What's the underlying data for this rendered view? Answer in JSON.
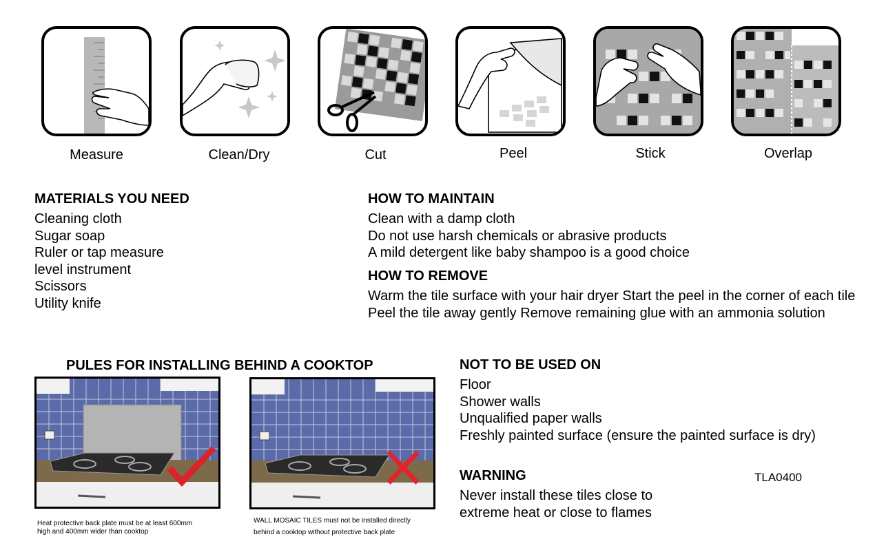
{
  "steps": [
    {
      "label": "Measure",
      "icon": "ruler-hand-icon"
    },
    {
      "label": "Clean/Dry",
      "icon": "cloth-wipe-icon"
    },
    {
      "label": "Cut",
      "icon": "scissors-tile-icon"
    },
    {
      "label": "Peel",
      "icon": "peel-backing-icon"
    },
    {
      "label": "Stick",
      "icon": "press-tile-icon"
    },
    {
      "label": "Overlap",
      "icon": "overlap-tiles-icon"
    }
  ],
  "materials": {
    "heading": "MATERIALS YOU NEED",
    "items": [
      "Cleaning cloth",
      "Sugar soap",
      "Ruler or tap measure",
      "level instrument",
      "Scissors",
      "Utility knife"
    ]
  },
  "maintain": {
    "heading": "HOW TO MAINTAIN",
    "items": [
      "Clean with a damp cloth",
      "Do not use harsh chemicals or abrasive products",
      "A mild detergent like baby shampoo is a good choice"
    ]
  },
  "remove": {
    "heading": "HOW TO REMOVE",
    "items": [
      "Warm the tile surface with your hair dryer Start the peel in the corner of each tile",
      "Peel the tile away gently Remove remaining glue with an ammonia solution"
    ]
  },
  "cooktop": {
    "heading": "PULES FOR INSTALLING BEHIND A COOKTOP",
    "caption_ok_1": "Heat protective back plate must be at least 600mm",
    "caption_ok_2": "high and 400mm wider than cooktop",
    "caption_bad_1": "WALL MOSAIC TILES  must not be installed directly",
    "caption_bad_2": "behind a cooktop without protective back plate",
    "colors": {
      "tick": "#d9242a",
      "cross": "#e0262c",
      "tiles": "#5b6aa8"
    }
  },
  "not_used": {
    "heading": "NOT TO BE USED ON",
    "items": [
      "Floor",
      "Shower walls",
      "Unqualified paper walls",
      "Freshly painted surface (ensure the painted surface is dry)"
    ]
  },
  "warning": {
    "heading": "WARNING",
    "items": [
      "Never install these tiles close to",
      "extreme heat or close to flames"
    ]
  },
  "product_code": "TLA0400"
}
